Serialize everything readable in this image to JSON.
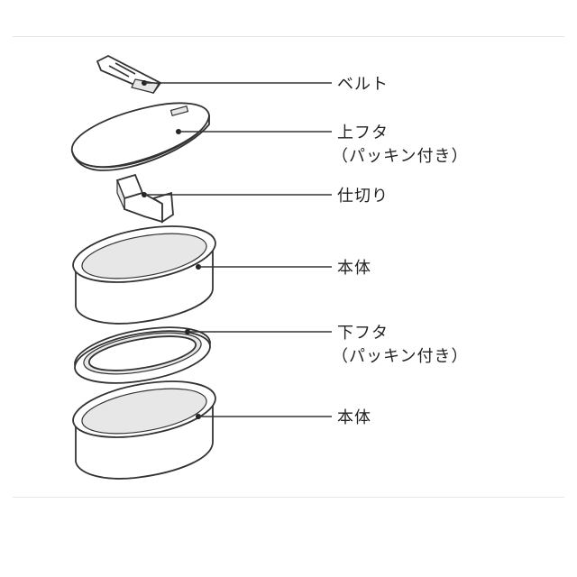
{
  "colors": {
    "line": "#333333",
    "fill": "#ffffff",
    "shade": "#e7e7e7",
    "text": "#222222"
  },
  "parts": [
    {
      "id": "belt",
      "icon": "belt-icon",
      "lines": [
        "ベルト"
      ]
    },
    {
      "id": "upper-lid",
      "icon": "upper-lid-icon",
      "lines": [
        "上フタ",
        "（パッキン付き）"
      ]
    },
    {
      "id": "divider",
      "icon": "divider-icon",
      "lines": [
        "仕切り"
      ]
    },
    {
      "id": "upper-body",
      "icon": "container-icon",
      "lines": [
        "本体"
      ]
    },
    {
      "id": "lower-lid",
      "icon": "lower-lid-icon",
      "lines": [
        "下フタ",
        "（パッキン付き）"
      ]
    },
    {
      "id": "lower-body",
      "icon": "container-icon",
      "lines": [
        "本体"
      ]
    }
  ]
}
